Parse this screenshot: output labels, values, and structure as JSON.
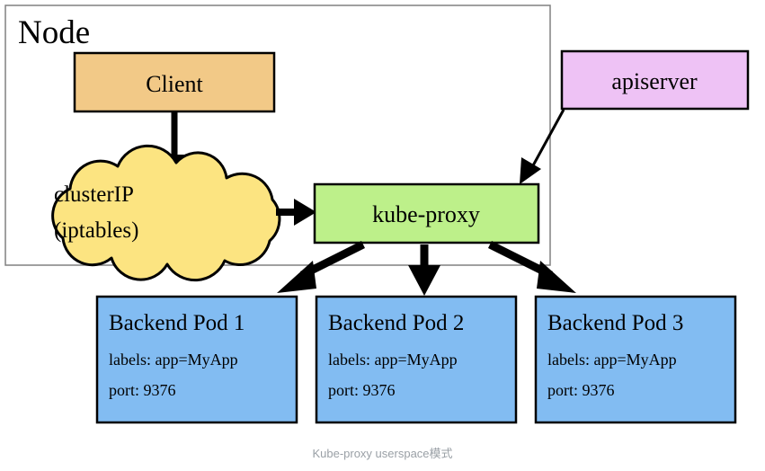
{
  "diagram": {
    "caption": "Kube-proxy userspace模式",
    "container": {
      "label": "Node"
    },
    "nodes": {
      "client": {
        "label": "Client",
        "fill": "#F2C987"
      },
      "cluster_ip": {
        "line1": "clusterIP",
        "line2": "(iptables)",
        "fill": "#FCE481"
      },
      "kube_proxy": {
        "label": "kube-proxy",
        "fill": "#BDF08A"
      },
      "apiserver": {
        "label": "apiserver",
        "fill": "#EEC2F5"
      }
    },
    "pods": [
      {
        "title": "Backend Pod 1",
        "labels": "labels: app=MyApp",
        "port": "port: 9376",
        "fill": "#82BCF2"
      },
      {
        "title": "Backend Pod 2",
        "labels": "labels: app=MyApp",
        "port": "port: 9376",
        "fill": "#82BCF2"
      },
      {
        "title": "Backend Pod 3",
        "labels": "labels: app=MyApp",
        "port": "port: 9376",
        "fill": "#82BCF2"
      }
    ],
    "colors": {
      "stroke": "#000000",
      "node_border": "#808080",
      "caption": "#9AA0A6",
      "background": "#FFFFFF"
    }
  }
}
